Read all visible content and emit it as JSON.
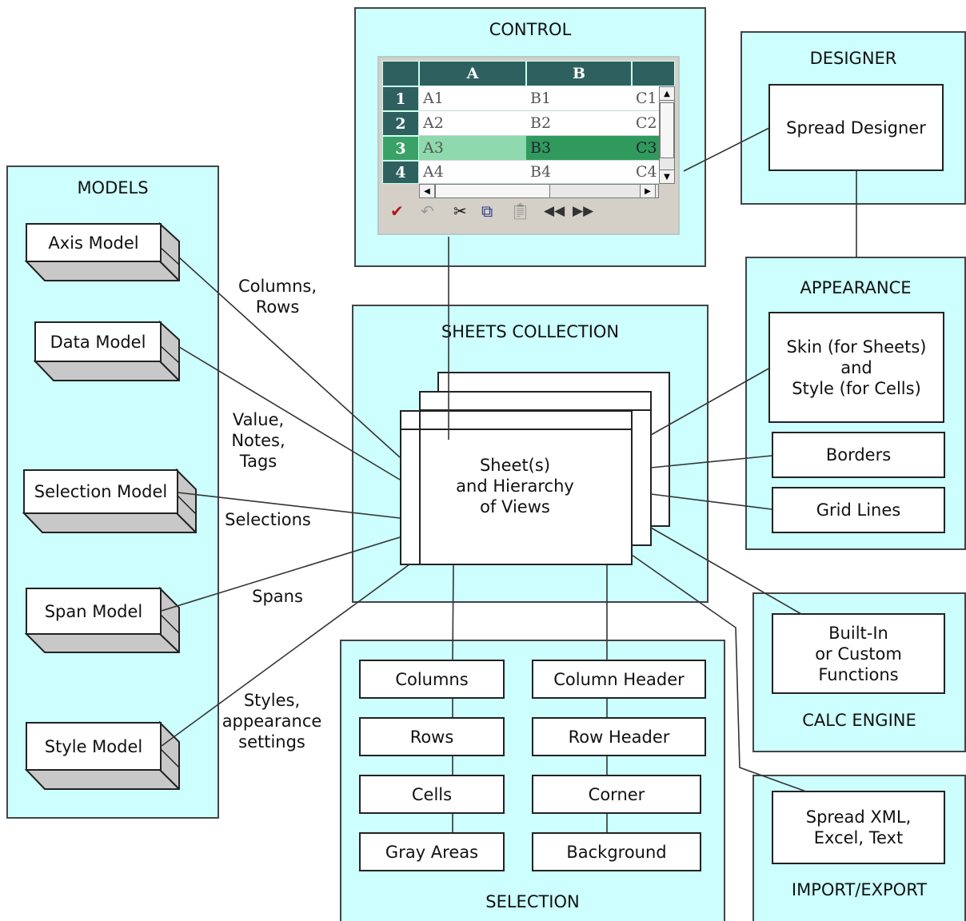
{
  "panels": {
    "control": "CONTROL",
    "designer": "DESIGNER",
    "models": "MODELS",
    "appearance": "APPEARANCE",
    "sheets": "SHEETS COLLECTION",
    "calc": "CALC ENGINE",
    "selection": "SELECTION",
    "import": "IMPORT/EXPORT"
  },
  "spreadsheet": {
    "col_headers": [
      "A",
      "B"
    ],
    "row_headers": [
      "1",
      "2",
      "3",
      "4"
    ],
    "rows": [
      [
        "A1",
        "B1",
        "C1"
      ],
      [
        "A2",
        "B2",
        "C2"
      ],
      [
        "A3",
        "B3",
        "C3"
      ],
      [
        "A4",
        "B4",
        "C4"
      ]
    ],
    "toolbar": [
      "check-icon",
      "undo-icon",
      "cut-icon",
      "copy-icon",
      "paste-icon",
      "rewind-icon",
      "fast-forward-icon"
    ],
    "colors": {
      "header": "#2f6060",
      "selected_row_header": "#3aa266",
      "selected_cell_light": "#8fd9ae",
      "selected_cell": "#2f9a5c"
    }
  },
  "designer": {
    "box": "Spread Designer"
  },
  "models": [
    "Axis Model",
    "Data Model",
    "Selection Model",
    "Span Model",
    "Style Model"
  ],
  "connector_labels": {
    "axis": "Columns,\nRows",
    "data": "Value,\nNotes,\nTags",
    "selection": "Selections",
    "span": "Spans",
    "style": "Styles,\nappearance\nsettings"
  },
  "sheets": {
    "center": "Sheet(s)\nand Hierarchy\nof Views"
  },
  "appearance": {
    "skin": "Skin (for Sheets)\nand\nStyle (for Cells)",
    "borders": "Borders",
    "gridlines": "Grid Lines"
  },
  "calc": {
    "box": "Built-In\nor Custom\nFunctions"
  },
  "import": {
    "box": "Spread XML,\nExcel, Text"
  },
  "selection": {
    "left": [
      "Columns",
      "Rows",
      "Cells",
      "Gray Areas"
    ],
    "right": [
      "Column Header",
      "Row Header",
      "Corner",
      "Background"
    ]
  },
  "colors": {
    "panel": "#ccfffe"
  }
}
